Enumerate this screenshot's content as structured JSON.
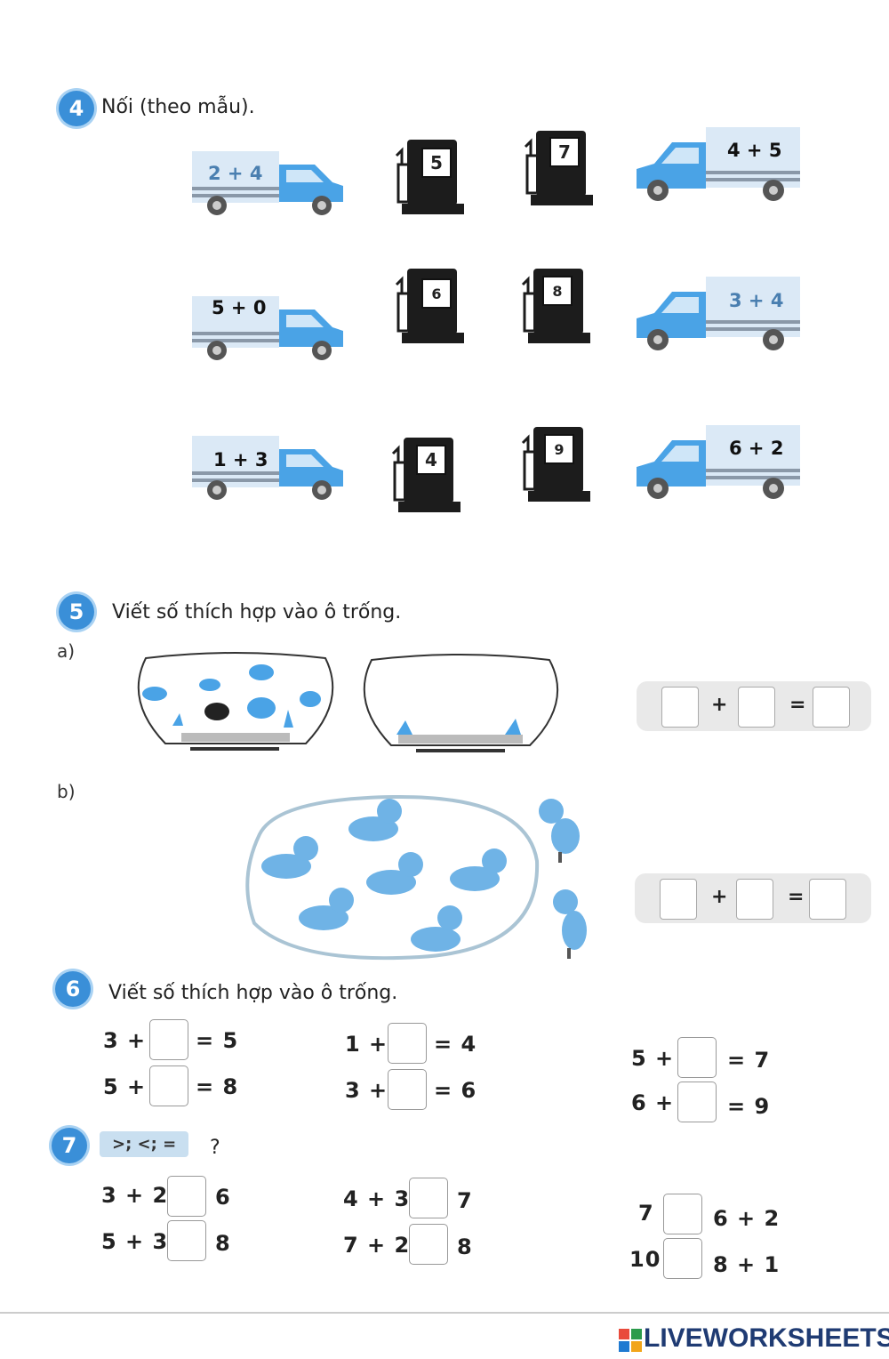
{
  "section4": {
    "number": "4",
    "title": "Nối (theo mẫu).",
    "rows": [
      {
        "left_truck": "2 + 4",
        "pump1": "5",
        "pump2": "7",
        "right_truck": "4 + 5"
      },
      {
        "left_truck": "5 + 0",
        "pump1": "6",
        "pump2": "8",
        "right_truck": "3 + 4"
      },
      {
        "left_truck": "1 + 3",
        "pump1": "4",
        "pump2": "9",
        "right_truck": "6 + 2"
      }
    ]
  },
  "section5": {
    "number": "5",
    "title": "Viết số thích hợp vào ô trống.",
    "part_a": "a)",
    "part_b": "b)",
    "plus": "+",
    "equals": "="
  },
  "section6": {
    "number": "6",
    "title": "Viết số thích hợp vào ô trống.",
    "items": [
      {
        "left": "3 +",
        "right": "= 5"
      },
      {
        "left": "5 +",
        "right": "= 8"
      },
      {
        "left": "1 +",
        "right": "= 4"
      },
      {
        "left": "3 +",
        "right": "= 6"
      },
      {
        "left": "5 +",
        "right": "= 7"
      },
      {
        "left": "6 +",
        "right": "= 9"
      }
    ]
  },
  "section7": {
    "number": "7",
    "label": ">; <; =",
    "question": "?",
    "items": [
      {
        "left": "3 + 2",
        "right": "6"
      },
      {
        "left": "5 + 3",
        "right": "8"
      },
      {
        "left": "4 + 3",
        "right": "7"
      },
      {
        "left": "7 + 2",
        "right": "8"
      },
      {
        "left": "7",
        "right": "6 + 2"
      },
      {
        "left": "10",
        "right": "8 + 1"
      }
    ]
  },
  "footer": {
    "brand": "LIVEWORKSHEETS"
  },
  "colors": {
    "accent": "#3a8fd8",
    "truck_blue": "#4aa3e6",
    "truck_light": "#d5e8f7"
  }
}
